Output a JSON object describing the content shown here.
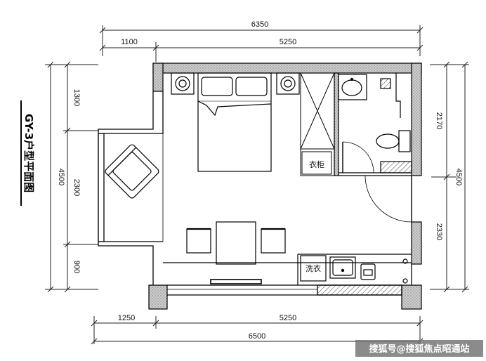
{
  "title": "GY-3户型平面图",
  "dimensions": {
    "top_total": "6350",
    "top_left": "1100",
    "top_right": "5250",
    "bottom_left": "1250",
    "bottom_right": "5250",
    "bottom_total": "6500",
    "left_total": "4500",
    "left_top": "1300",
    "left_mid": "2300",
    "left_bottom": "900",
    "right_total": "4500",
    "right_top": "2170",
    "right_bottom": "2330"
  },
  "labels": {
    "cabinet": "衣柜",
    "washer": "洗衣"
  },
  "watermark": "搜狐号@搜狐焦点昭通站"
}
